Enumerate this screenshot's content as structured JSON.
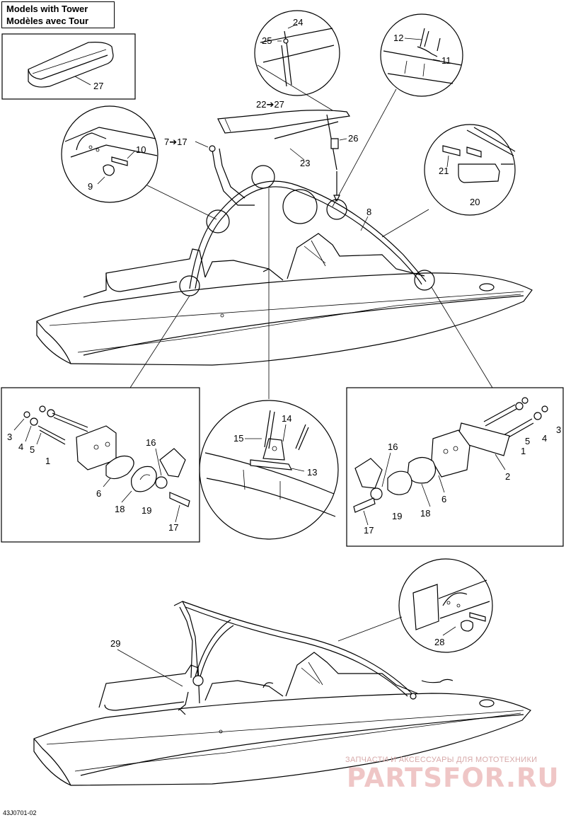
{
  "title": {
    "line1": "Models with Tower",
    "line2": "Modèles avec Tour"
  },
  "labels": {
    "l27_top": "27",
    "l24": "24",
    "l25": "25",
    "l12": "12",
    "l11": "11",
    "l22": "22➔27",
    "l26": "26",
    "l23": "23",
    "l7": "7➔17",
    "l10": "10",
    "l9": "9",
    "l8": "8",
    "l21": "21",
    "l20": "20",
    "l3a": "3",
    "l4a": "4",
    "l5a": "5",
    "l1a": "1",
    "l6a": "6",
    "l16a": "16",
    "l18a": "18",
    "l19a": "19",
    "l17a": "17",
    "l14": "14",
    "l15": "15",
    "l13": "13",
    "l3b": "3",
    "l4b": "4",
    "l5b": "5",
    "l1b": "1",
    "l2": "2",
    "l6b": "6",
    "l16b": "16",
    "l18b": "18",
    "l19b": "19",
    "l17b": "17",
    "l29": "29",
    "l28": "28"
  },
  "figure_code": "43J0701-02",
  "watermark": {
    "small": "ЗАПЧАСТИ И АКСЕССУАРЫ ДЛЯ МОТОТЕХНИКИ",
    "big": "PARTSFOR.RU"
  },
  "colors": {
    "line": "#000000",
    "watermark": "#e6b4b4"
  }
}
